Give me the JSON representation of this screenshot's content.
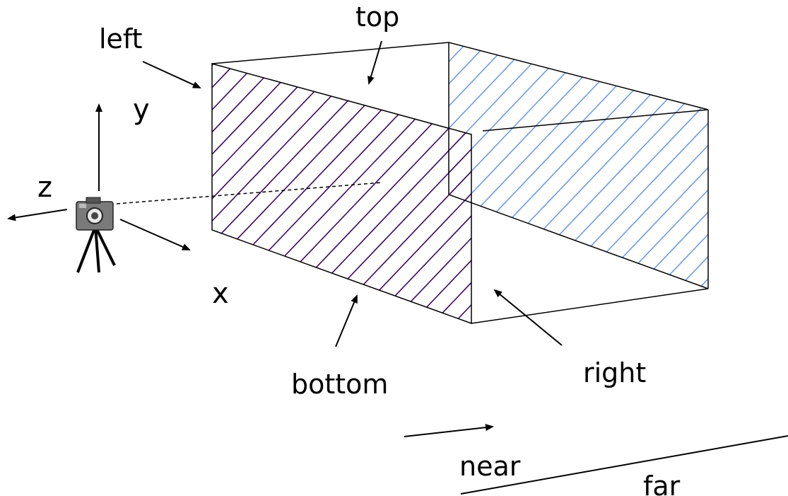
{
  "labels": {
    "left": "left",
    "top": "top",
    "right": "right",
    "bottom": "bottom",
    "near": "near",
    "far": "far",
    "x": "x",
    "y": "y",
    "z": "z"
  },
  "colors": {
    "outline": "#000000",
    "near_hatch": "#3b0a5e",
    "far_hatch": "#6f9be0",
    "camera_body": "#7a7a7a"
  }
}
